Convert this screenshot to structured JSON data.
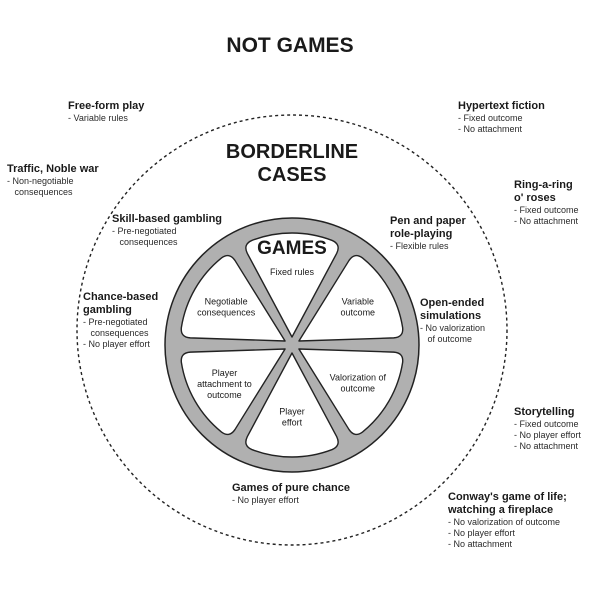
{
  "titles": {
    "not_games": "NOT GAMES",
    "borderline_line1": "BORDERLINE",
    "borderline_line2": "CASES",
    "games": "GAMES"
  },
  "wedges": [
    {
      "lines": [
        "Fixed rules"
      ]
    },
    {
      "lines": [
        "Variable",
        "outcome"
      ]
    },
    {
      "lines": [
        "Valorization of",
        "outcome"
      ]
    },
    {
      "lines": [
        "Player",
        "effort"
      ]
    },
    {
      "lines": [
        "Player",
        "attachment to",
        "outcome"
      ]
    },
    {
      "lines": [
        "Negotiable",
        "consequences"
      ]
    }
  ],
  "outside": {
    "free_form": {
      "head": [
        "Free-form play"
      ],
      "notes": [
        "- Variable rules"
      ]
    },
    "traffic": {
      "head": [
        "Traffic, Noble war"
      ],
      "notes": [
        "- Non-negotiable",
        "  consequences"
      ]
    },
    "hypertext": {
      "head": [
        "Hypertext fiction"
      ],
      "notes": [
        "- Fixed outcome",
        "- No attachment"
      ]
    },
    "ring": {
      "head": [
        "Ring-a-ring",
        "o' roses"
      ],
      "notes": [
        "- Fixed outcome",
        "- No attachment"
      ]
    },
    "storytelling": {
      "head": [
        "Storytelling"
      ],
      "notes": [
        "- Fixed outcome",
        "- No player effort",
        "- No attachment"
      ]
    },
    "conway": {
      "head": [
        "Conway's game of life;",
        "watching a fireplace"
      ],
      "notes": [
        "- No valorization of outcome",
        "- No player effort",
        "- No attachment"
      ]
    }
  },
  "borderline": {
    "skill": {
      "head": [
        "Skill-based gambling"
      ],
      "notes": [
        "- Pre-negotiated",
        "  consequences"
      ]
    },
    "chance": {
      "head": [
        "Chance-based",
        "gambling"
      ],
      "notes": [
        "- Pre-negotiated",
        "  consequences",
        "- No player effort"
      ]
    },
    "pen": {
      "head": [
        "Pen and paper",
        "role-playing"
      ],
      "notes": [
        "- Flexible rules"
      ]
    },
    "open": {
      "head": [
        "Open-ended",
        "simulations"
      ],
      "notes": [
        "- No valorization",
        "  of outcome"
      ]
    },
    "pure": {
      "head": [
        "Games of pure chance"
      ],
      "notes": [
        "- No player effort"
      ]
    }
  }
}
